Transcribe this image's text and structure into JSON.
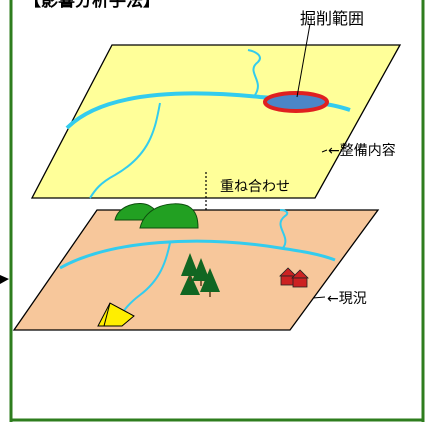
{
  "header": {
    "title": "【影響分析手法】"
  },
  "labels": {
    "excavation_range": "掘削範囲",
    "maintenance_content": "←整備内容",
    "overlay": "重ね合わせ",
    "current_status": "←現況"
  },
  "colors": {
    "frame_border": "#2e7d1e",
    "upper_plane_fill": "#ffff99",
    "lower_plane_fill": "#f7c79b",
    "river": "#33ccee",
    "excavation_ring": "#e02020",
    "excavation_fill": "#4b86c8",
    "hill": "#22a022",
    "tree": "#116622",
    "house": "#cc2222",
    "tent": "#ffee00",
    "title_text": "#1a8a1a"
  }
}
